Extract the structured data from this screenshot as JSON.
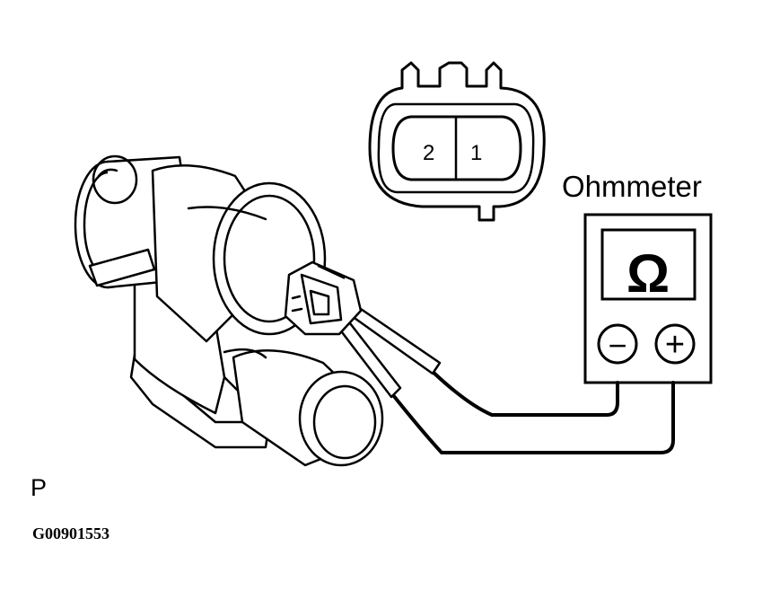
{
  "connector": {
    "pin_left": "2",
    "pin_right": "1"
  },
  "meter": {
    "label": "Ohmmeter",
    "symbol": "Ω",
    "negative_terminal": "−",
    "positive_terminal": "+"
  },
  "captions": {
    "view_letter": "P",
    "figure_id": "G00901553"
  },
  "icons": {
    "valve": "solenoid-valve-illustration",
    "connector": "two-pin-connector-face",
    "meter": "ohmmeter-box"
  },
  "colors": {
    "line": "#000000",
    "background": "#ffffff"
  }
}
